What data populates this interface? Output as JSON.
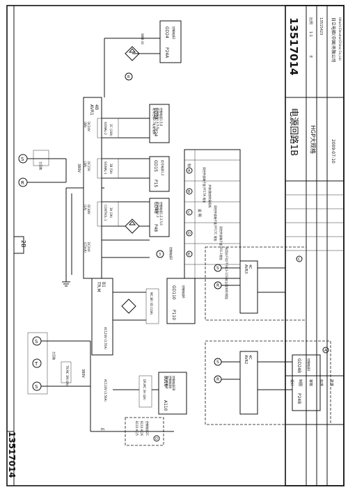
{
  "drawing": {
    "number": "13517014",
    "number_bottom": "13517014",
    "title": "电源回路1B",
    "subtitle": "HGP大规格",
    "company_cn": "日立电梯(中国)有限公司",
    "company_en": "Hitachi Elevator(China) Co.,Ltd",
    "date": "2009-07-10",
    "sheet_label": "2B"
  },
  "notes": {
    "header": "说 明",
    "mark_header": "标 记",
    "rows": [
      {
        "mark": "A",
        "text": "双控井道端子盒子F17A 增加"
      },
      {
        "mark": "B",
        "text": "并联/群控时接续线"
      },
      {
        "mark": "C",
        "text": "双控井道端子盒子F17C 增加"
      },
      {
        "mark": "D",
        "text": "双控井道端子盒子F4.1增加"
      },
      {
        "mark": "E",
        "text": "采用抗干扰(不)VLS-11S(安全相关时)增加"
      }
    ]
  },
  "transformers": {
    "avr1": {
      "name": "AVR1",
      "sub": "4B"
    },
    "avr3": {
      "name": "AVR3",
      "sub": "4C"
    },
    "avr2": {
      "name": "AVR2",
      "sub": "4C"
    },
    "trm": {
      "name": "TR.M",
      "sub": "B1"
    }
  },
  "outputs": [
    {
      "volt": "DC24V",
      "amp": "(8A)",
      "label": "SIGNAL-2",
      "fuse": "3C (10A)"
    },
    {
      "volt": "DC15V",
      "amp": "(4A)",
      "label": "SIGNAL-1",
      "fuse": "3B (5A)"
    },
    {
      "volt": "DC48V",
      "amp": "(1A)",
      "label": "CONTROL-1",
      "fuse": "3A (3A)"
    },
    {
      "volt": "DC24V",
      "amp": "(15mA)",
      "label": "CN3(3)",
      "fuse": ""
    }
  ],
  "terminals": [
    {
      "id": "P24",
      "pair": "GD24",
      "wire": "WB8-16",
      "desc1": "控制电源1,5,6",
      "desc2": "信号电源1,3,5,6",
      "desc3": "轧车控制2,T轧轮电源"
    },
    {
      "id": "P15",
      "pair": "GD15",
      "wire": "WA13-17",
      "desc1": "信号电源1,2",
      "desc2": "",
      "desc3": ""
    },
    {
      "id": "P48",
      "pair": "GD48",
      "wire": "WA1-13",
      "desc1": "控制电源1,2,3,5,6",
      "desc2": "信号电源2,3",
      "desc3": ""
    },
    {
      "id": "P24A",
      "pair": "GD24",
      "wire": "WA26-27",
      "desc1": "控制电源2",
      "desc2": "",
      "desc3": ""
    },
    {
      "id": "P110",
      "pair": "GD110",
      "wire": "WB17",
      "desc1": "控制电源6",
      "desc2": "",
      "desc3": ""
    },
    {
      "id": "A110",
      "pair": "B110",
      "wire": "",
      "desc1": "控制电源2B",
      "desc2": "控制电源6",
      "desc3": "T轧轮电源"
    },
    {
      "id": "P24B",
      "pair": "GD24B",
      "wire": "WA26-31",
      "desc1": "控制电源2",
      "desc2": "",
      "desc3": ""
    }
  ],
  "labels": {
    "v380": "380V",
    "ac110": "AC110V (3.56A)",
    "ac124": "AC124V (3.55A)",
    "main_power": "主回路",
    "trmc": "TR.MC 3M (6A)",
    "drmc": "DR.MC 3H (4A)",
    "mcbr": "MC.BR 3D (10A)",
    "b110ac5": "B110 AC/5",
    "b110ac6": "B110 AC/6",
    "e": "E",
    "ctrl_power_ex": "控制电源2C",
    "ctrl_power_ex2": "控制电源2"
  },
  "title_block": {
    "scale_label": "比例",
    "scale": "1:1",
    "rev_label": "E",
    "doc_no": "13517014",
    "ref_no": "13515423",
    "rows": [
      "设计",
      "制图",
      "审核",
      "标准",
      "批准"
    ]
  }
}
